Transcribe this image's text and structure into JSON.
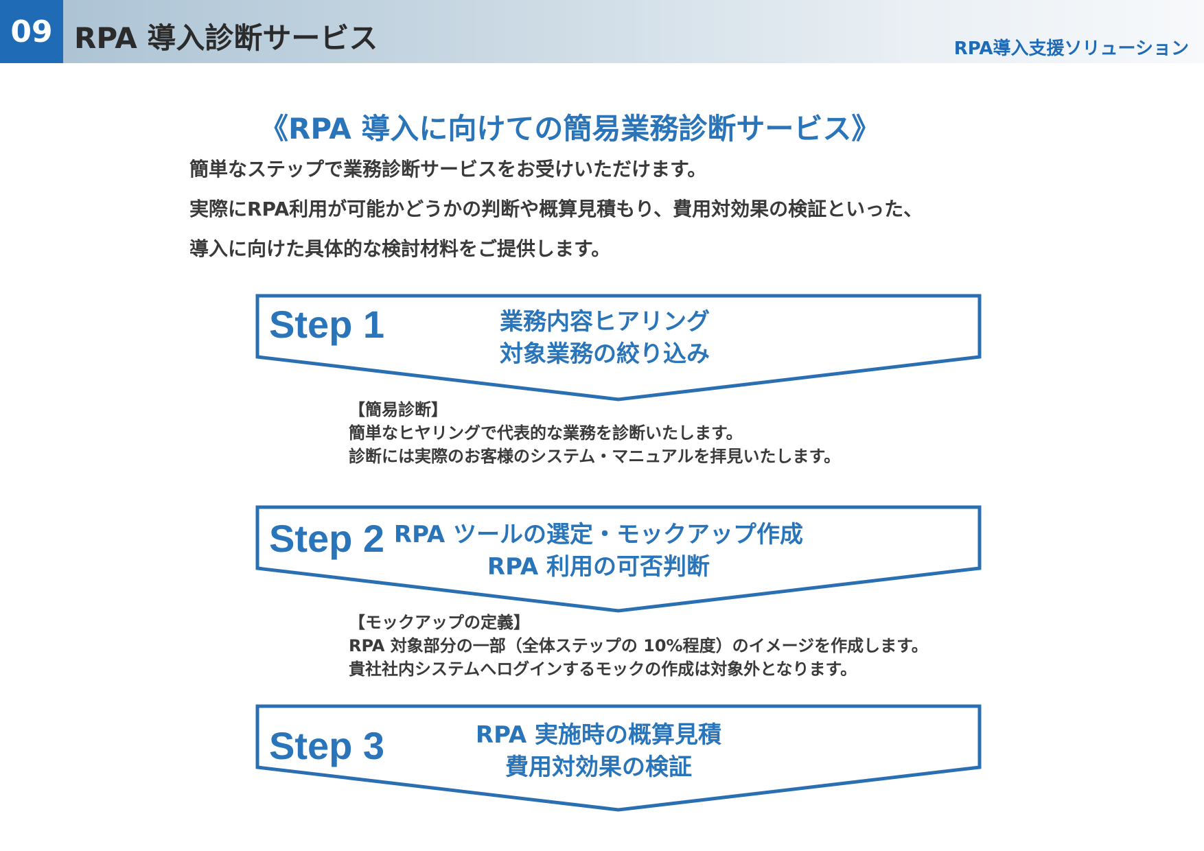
{
  "header": {
    "number": "09",
    "title": "RPA 導入診断サービス",
    "subtitle": "RPA導入支援ソリューション"
  },
  "heading": "《RPA 導入に向けての簡易業務診断サービス》",
  "intro": [
    "簡単なステップで業務診断サービスをお受けいただけます。",
    "実際にRPA利用が可能かどうかの判断や概算見積もり、費用対効果の検証といった、",
    "導入に向けた具体的な検討材料をご提供します。"
  ],
  "steps": [
    {
      "label": "Step 1",
      "lines": [
        "業務内容ヒアリング",
        "対象業務の絞り込み"
      ],
      "note_title": "【簡易診断】",
      "note_lines": [
        "簡単なヒヤリングで代表的な業務を診断いたします。",
        "診断には実際のお客様のシステム・マニュアルを拝見いたします。"
      ]
    },
    {
      "label": "Step 2",
      "lines": [
        "RPA ツールの選定・モックアップ作成",
        "RPA 利用の可否判断"
      ],
      "note_title": "【モックアップの定義】",
      "note_lines": [
        "RPA 対象部分の一部（全体ステップの 10%程度）のイメージを作成します。",
        "貴社社内システムへログインするモックの作成は対象外となります。"
      ]
    },
    {
      "label": "Step 3",
      "lines": [
        "RPA 実施時の概算見積",
        "費用対効果の検証"
      ]
    }
  ],
  "colors": {
    "accent": "#1f6bb6",
    "step_text": "#2a74b9",
    "body_text": "#3a3a3a"
  }
}
